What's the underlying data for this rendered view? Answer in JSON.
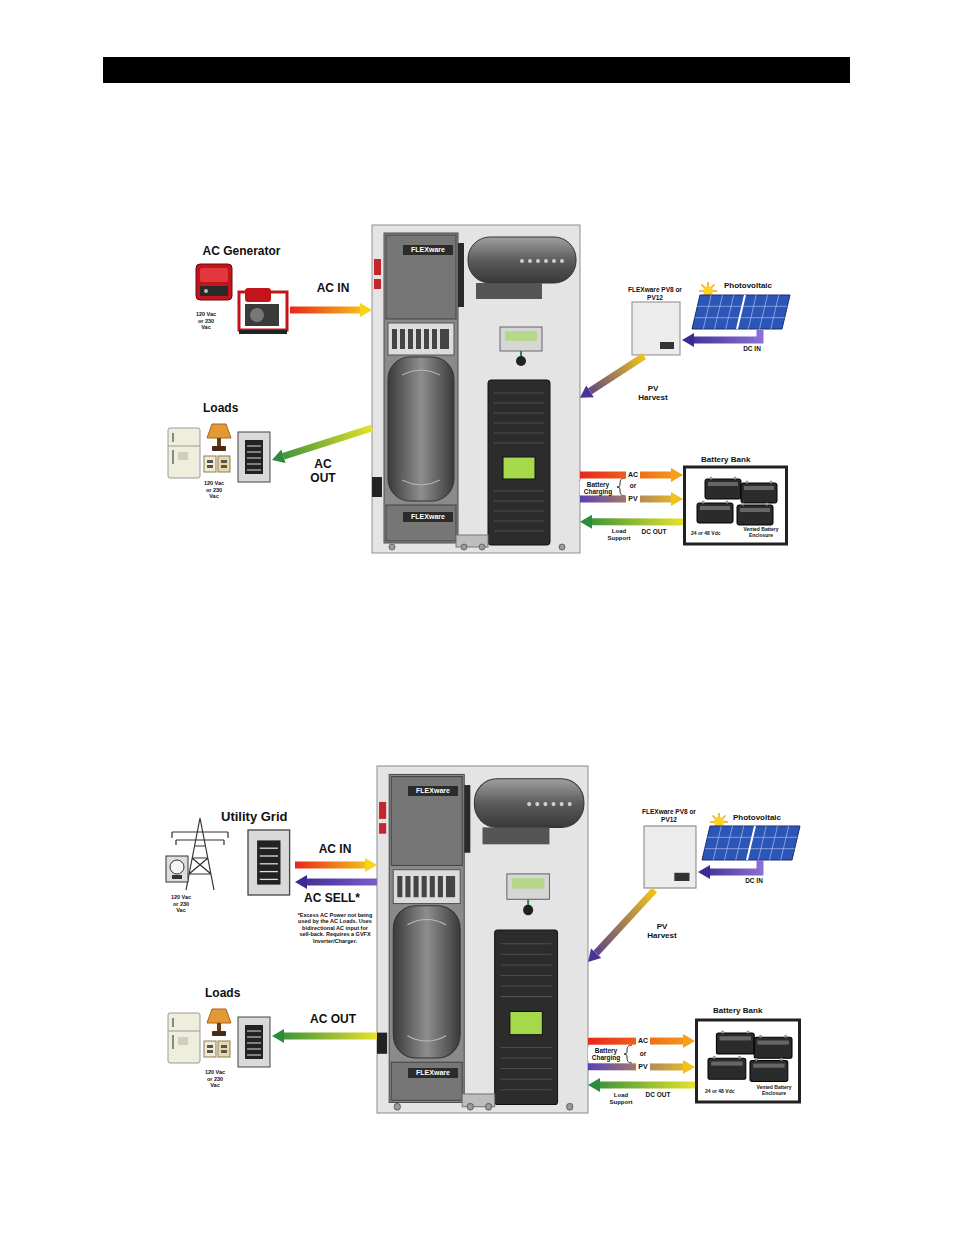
{
  "diagram": {
    "nodes": [
      {
        "text": [
          "AC Generator",
          "120 Vac or 230 Vac"
        ]
      },
      {
        "text": [
          "FLEXware",
          "FLEXware"
        ]
      },
      {
        "text": [
          "FLEXware PV8 or PV12"
        ]
      },
      {
        "text": [
          "Photovoltaic"
        ]
      },
      {
        "text": [
          "Loads",
          "120 Vac or 230 Vac"
        ]
      },
      {
        "text": [
          "Battery Bank",
          "24 or 48 Vdc",
          "Vented Battery Enclosure"
        ]
      },
      {
        "text": [
          "Utility Grid",
          "120 Vac or 230 Vac"
        ]
      },
      {
        "text": [
          "FLEXware",
          "FLEXware"
        ]
      },
      {
        "text": [
          "FLEXware PV8 or PV12"
        ]
      },
      {
        "text": [
          "Photovoltaic"
        ]
      },
      {
        "text": [
          "Loads",
          "120 Vac or 230 Vac"
        ]
      },
      {
        "text": [
          "Battery Bank",
          "24 or 48 Vdc",
          "Vented Battery Enclosure"
        ]
      }
    ],
    "edges": [
      {
        "from": 0,
        "to": 1,
        "label": "AC IN",
        "arrow": "to"
      },
      {
        "from": 1,
        "to": 4,
        "label": "AC OUT",
        "arrow": "to"
      },
      {
        "from": 3,
        "to": 2,
        "label": "DC IN",
        "arrow": "to"
      },
      {
        "from": 2,
        "to": 1,
        "label": "PV Harvest",
        "arrow": "to"
      },
      {
        "from": 1,
        "to": 5,
        "label": "AC",
        "arrow": "to"
      },
      {
        "from": 1,
        "to": 5,
        "label": "PV",
        "arrow": "to"
      },
      {
        "from": 5,
        "to": 1,
        "label": "DC OUT",
        "arrow": "to"
      },
      {
        "from": 6,
        "to": 7,
        "label": "AC IN",
        "arrow": "to"
      },
      {
        "from": 7,
        "to": 6,
        "label": "AC SELL*",
        "arrow": "to"
      },
      {
        "from": 7,
        "to": 10,
        "label": "AC OUT",
        "arrow": "to"
      },
      {
        "from": 9,
        "to": 8,
        "label": "DC IN",
        "arrow": "to"
      },
      {
        "from": 8,
        "to": 7,
        "label": "PV Harvest",
        "arrow": "to"
      },
      {
        "from": 7,
        "to": 11,
        "label": "AC",
        "arrow": "to"
      },
      {
        "from": 7,
        "to": 11,
        "label": "PV",
        "arrow": "to"
      },
      {
        "from": 11,
        "to": 7,
        "label": "DC OUT",
        "arrow": "to"
      }
    ],
    "labels": [
      "Battery Charging",
      "or",
      "Load Support",
      "*Excess AC Power not being used by the AC Loads. Uses bidirectional AC input for sell-back. Requires a GVFX Inverter/Charger.",
      "Battery Charging",
      "or",
      "Load Support"
    ]
  }
}
